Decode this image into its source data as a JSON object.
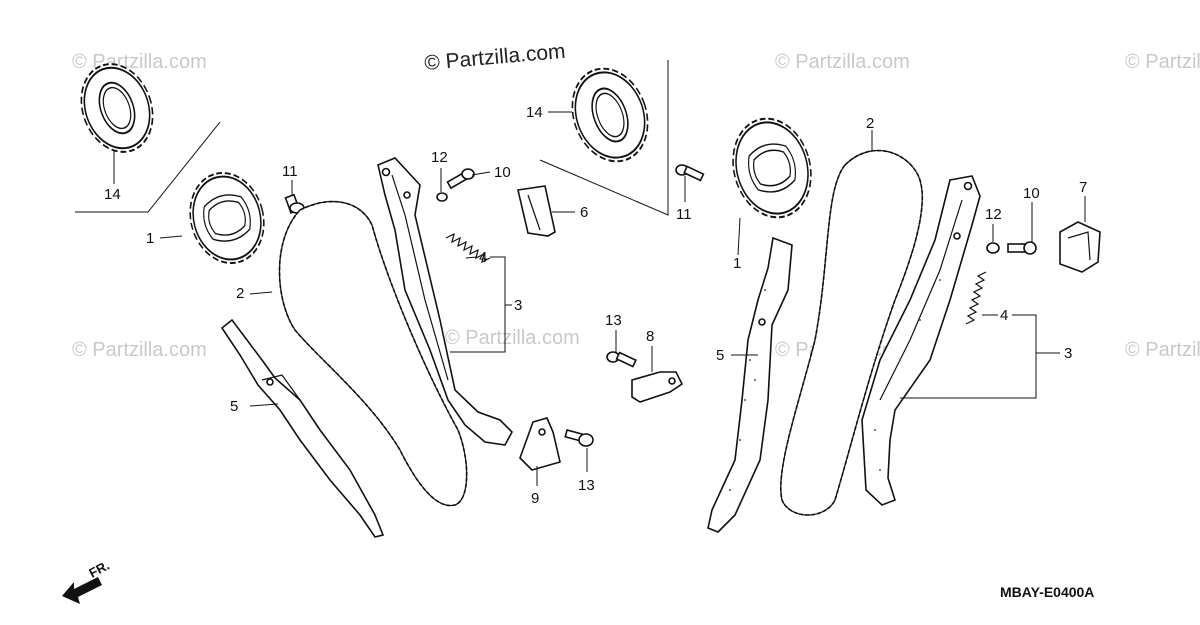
{
  "diagram": {
    "watermark_main": "© Partzilla.com",
    "watermark_faded": "© Partzilla.com",
    "diagram_code": "MBAY-E0400A",
    "direction_label": "FR.",
    "callouts": {
      "c14a": "14",
      "c1a": "1",
      "c11a": "11",
      "c2a": "2",
      "c12a": "12",
      "c10a": "10",
      "c4a": "4",
      "c3a": "3",
      "c6": "6",
      "c5a": "5",
      "c13a": "13",
      "c8": "8",
      "c9": "9",
      "c13b": "13",
      "c14b": "14",
      "c11b": "11",
      "c1b": "1",
      "c2b": "2",
      "c7": "7",
      "c12b": "12",
      "c10b": "10",
      "c4b": "4",
      "c3b": "3",
      "c5b": "5"
    }
  }
}
